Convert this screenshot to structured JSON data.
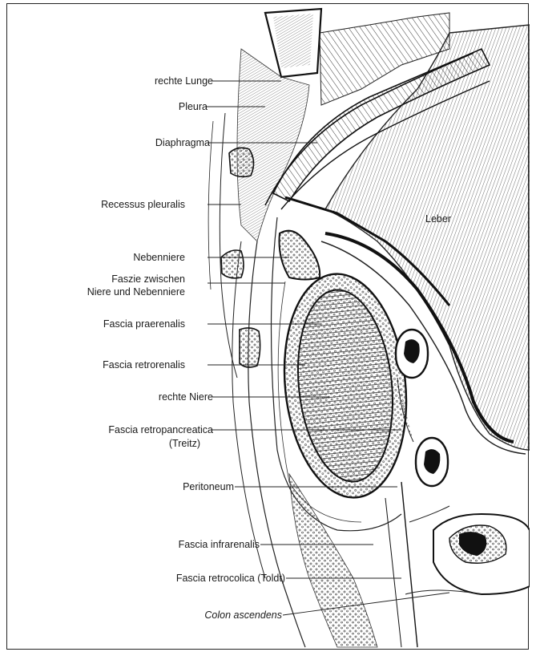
{
  "figure": {
    "labels": [
      {
        "id": "rechte-lunge",
        "text": "rechte Lunge"
      },
      {
        "id": "pleura",
        "text": "Pleura"
      },
      {
        "id": "diaphragma",
        "text": "Diaphragma"
      },
      {
        "id": "recessus-pleuralis",
        "text": "Recessus pleuralis"
      },
      {
        "id": "nebenniere",
        "text": "Nebenniere"
      },
      {
        "id": "faszie-1",
        "text": "Faszie zwischen"
      },
      {
        "id": "faszie-2",
        "text": "Niere und Nebenniere"
      },
      {
        "id": "fascia-praerenalis",
        "text": "Fascia praerenalis"
      },
      {
        "id": "fascia-retrorenalis",
        "text": "Fascia retrorenalis"
      },
      {
        "id": "rechte-niere",
        "text": "rechte Niere"
      },
      {
        "id": "fascia-retropancreatica",
        "text": "Fascia retropancreatica"
      },
      {
        "id": "treitz",
        "text": "(Treitz)"
      },
      {
        "id": "peritoneum",
        "text": "Peritoneum"
      },
      {
        "id": "fascia-infrarenalis",
        "text": "Fascia infrarenalis"
      },
      {
        "id": "fascia-retrocolica",
        "text": "Fascia retrocolica (Toldt)"
      },
      {
        "id": "colon-ascendens",
        "text": "Colon ascendens"
      },
      {
        "id": "leber",
        "text": "Leber"
      }
    ]
  },
  "colors": {
    "ink": "#1a1a1a",
    "background": "#ffffff"
  }
}
